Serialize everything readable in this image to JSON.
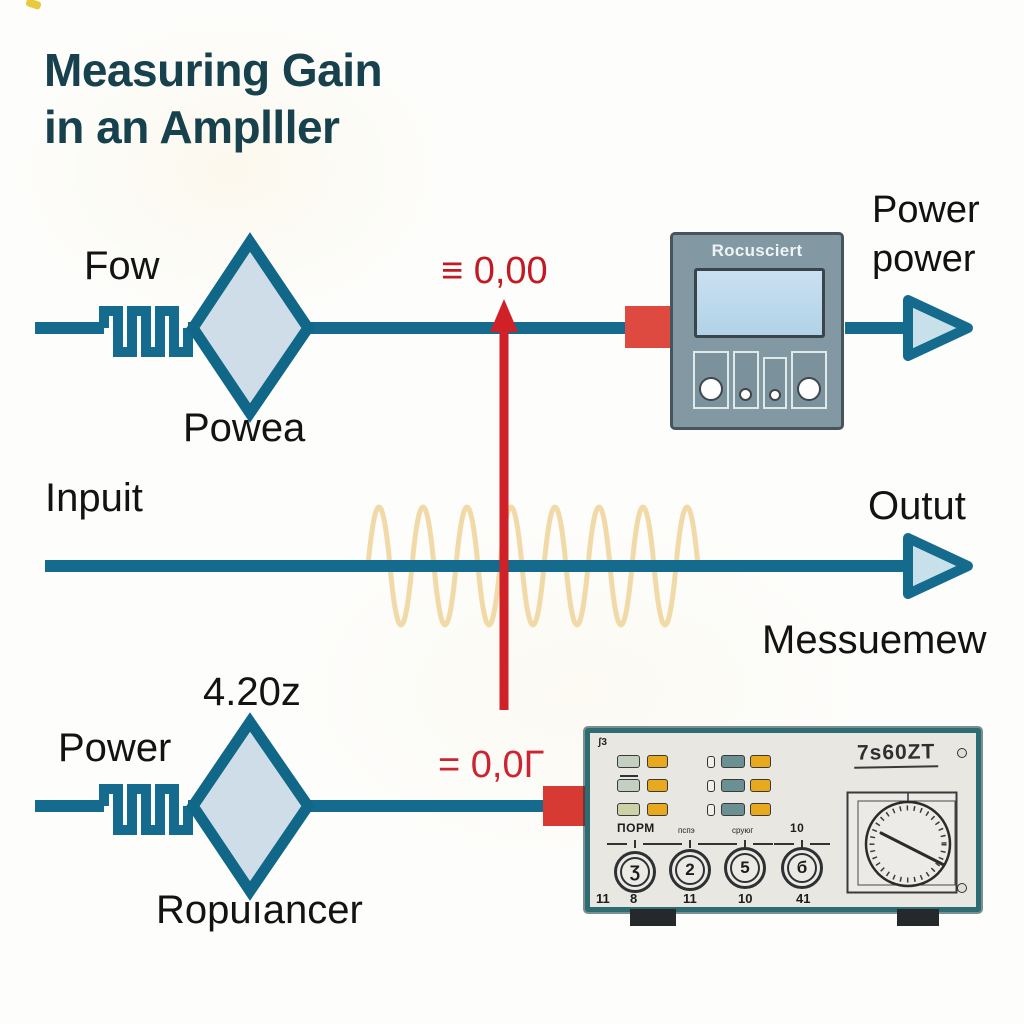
{
  "title": {
    "line1": "Measuring Gain",
    "line2": "in an Amplller"
  },
  "row1": {
    "source_label": "Fow",
    "diamond_label": "Powea",
    "marker_value": "≡ 0,00",
    "device_title": "Rocusciert",
    "output_line1": "Power",
    "output_line2": "power"
  },
  "row2": {
    "input_label": "Inpuit",
    "output_label": "Outut",
    "caption": "Messuemew"
  },
  "row3": {
    "freq_label": "4.20z",
    "source_label": "Power",
    "diamond_label": "Ropuıancer",
    "marker_value": "= 0,0Г",
    "device": {
      "corner_mark": "ʃ3",
      "model": "7s60ZT",
      "knob_labels": [
        "ПОРМ",
        "пспэ",
        "сруюг",
        "10"
      ],
      "knob_digits": [
        "Ʒ",
        "2",
        "5",
        "б"
      ],
      "panel_numbers": [
        "11",
        "8",
        "11",
        "10",
        "41"
      ]
    }
  },
  "colors": {
    "title_teal": "#16414d",
    "line_teal": "#146b8d",
    "diamond_fill": "#cfdde8",
    "signal_red": "#cf2127",
    "connector_red": "#df4a40",
    "wave_yellow": "#f0d8a2",
    "device1_body": "#8298a2",
    "device2_panel": "#e8e7e2",
    "device2_border": "#2d6c73",
    "led_yellow": "#e9a91f",
    "led_green": "#c3cfc0"
  }
}
